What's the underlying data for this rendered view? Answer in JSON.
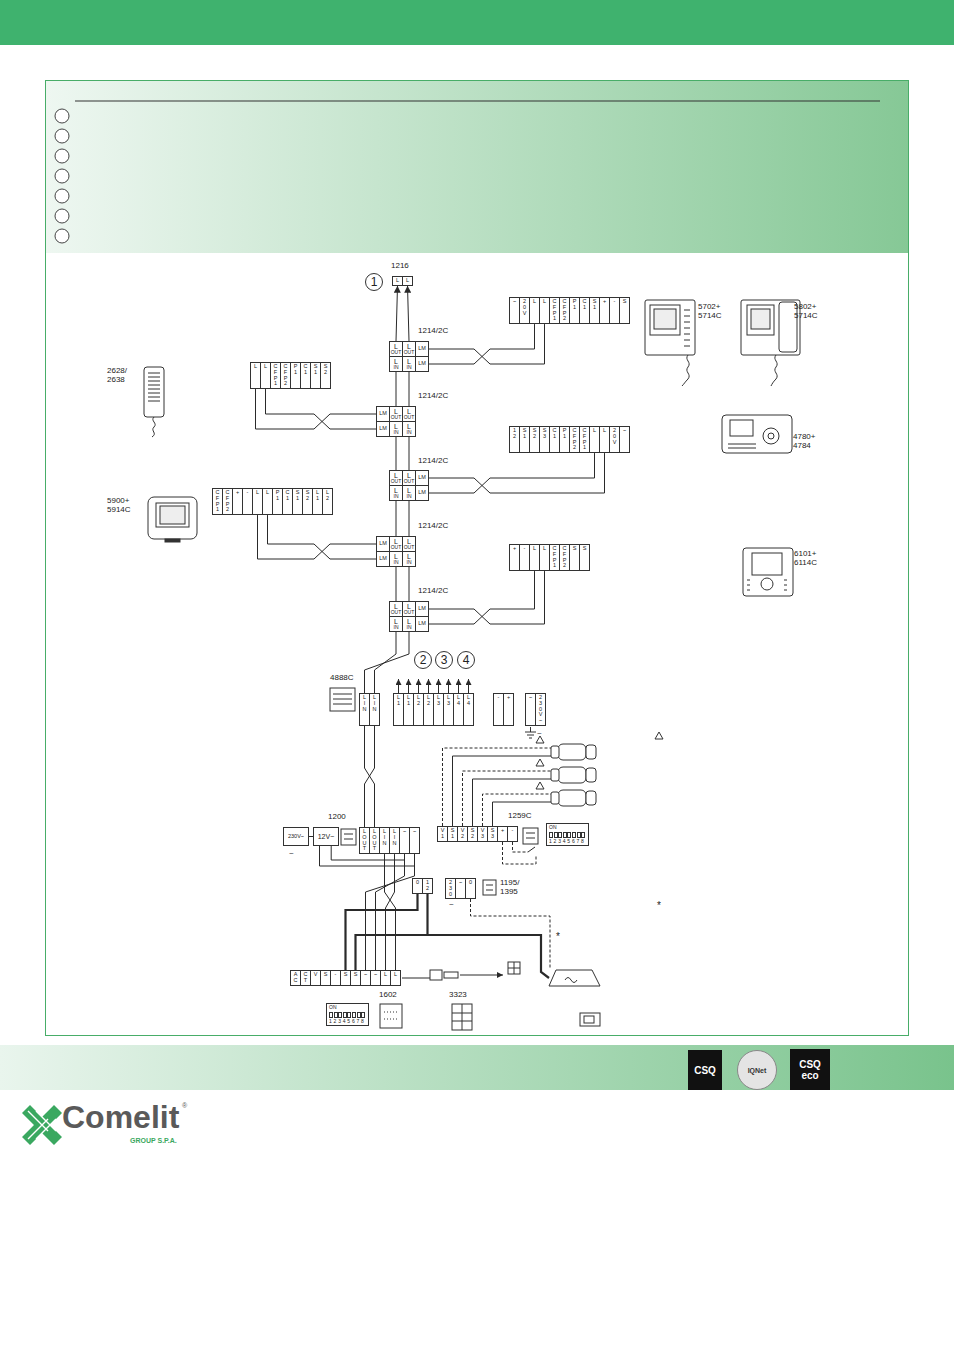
{
  "diagram": {
    "nodes": [
      {
        "text": [
          "L",
          "L"
        ]
      },
      {
        "text": [
          "1"
        ]
      },
      {
        "text": [
          "~",
          "20V",
          "L",
          "L",
          "CFP1",
          "CFP2",
          "P1",
          "C1",
          "S1",
          "+",
          "-",
          "S"
        ]
      },
      {
        "text": [
          "L",
          "OUT",
          "L",
          "OUT",
          "LM",
          "L",
          "IN",
          "L",
          "IN",
          "LM"
        ]
      },
      {
        "text": [
          "L",
          "L",
          "CFP1",
          "CFP2",
          "P1",
          "C1",
          "S1",
          "S2"
        ]
      },
      {
        "text": [
          "LM",
          "L",
          "OUT",
          "L",
          "OUT",
          "LM",
          "L",
          "IN",
          "L",
          "IN"
        ]
      },
      {
        "text": [
          "12",
          "S1",
          "S2",
          "S3",
          "C1",
          "P1",
          "CFP2",
          "CFP1",
          "L",
          "L",
          "20V",
          "~"
        ]
      },
      {
        "text": [
          "L",
          "OUT",
          "L",
          "OUT",
          "LM",
          "L",
          "IN",
          "L",
          "IN",
          "LM"
        ]
      },
      {
        "text": [
          "CFP1",
          "CFP2",
          "+",
          "-",
          "L",
          "L",
          "P1",
          "C1",
          "S1",
          "S2",
          "L1",
          "L2"
        ]
      },
      {
        "text": [
          "LM",
          "L",
          "OUT",
          "L",
          "OUT",
          "LM",
          "L",
          "IN",
          "L",
          "IN"
        ]
      },
      {
        "text": [
          "+",
          "-",
          "L",
          "L",
          "CFP1",
          "CFP2",
          "S",
          "S"
        ]
      },
      {
        "text": [
          "L",
          "OUT",
          "L",
          "OUT",
          "LM",
          "L",
          "IN",
          "L",
          "IN",
          "LM"
        ]
      },
      {
        "text": [
          "2"
        ]
      },
      {
        "text": [
          "3"
        ]
      },
      {
        "text": [
          "4"
        ]
      },
      {
        "text": [
          "L",
          "IN",
          "L",
          "IN",
          "L1",
          "L1",
          "L2",
          "L2",
          "L3",
          "L3",
          "L4",
          "L4",
          "-",
          "+",
          "~",
          "230V~"
        ]
      },
      {
        "text": [
          "230V~"
        ]
      },
      {
        "text": [
          "12V~"
        ]
      },
      {
        "text": [
          "L",
          "OUT",
          "L",
          "OUT",
          "L",
          "IN",
          "L",
          "IN",
          "~",
          "~"
        ]
      },
      {
        "text": [
          "V1",
          "S1",
          "V2",
          "S2",
          "V3",
          "S3",
          "+",
          "-"
        ]
      },
      {
        "text": [
          "ON",
          "12345678"
        ]
      },
      {
        "text": [
          "0",
          "12"
        ]
      },
      {
        "text": [
          "230",
          "~",
          "0"
        ]
      },
      {
        "text": [
          "AC",
          "CT",
          "V",
          "S",
          "-",
          "S",
          "S",
          "~",
          "~",
          "L",
          "L"
        ]
      },
      {
        "text": [
          "ON",
          "12345678"
        ]
      },
      {
        "text": [
          "CSQ"
        ]
      },
      {
        "text": [
          "IQNet"
        ]
      },
      {
        "text": [
          "CSQ",
          "eco"
        ]
      }
    ],
    "edges": [
      {
        "from": 3,
        "to": 0,
        "arrow": "to"
      },
      {
        "from": 5,
        "to": 3,
        "arrow": "none"
      },
      {
        "from": 7,
        "to": 5,
        "arrow": "none"
      },
      {
        "from": 9,
        "to": 7,
        "arrow": "none"
      },
      {
        "from": 11,
        "to": 9,
        "arrow": "none"
      },
      {
        "from": 15,
        "to": 11,
        "arrow": "none"
      },
      {
        "from": 18,
        "to": 15,
        "arrow": "none"
      },
      {
        "from": 23,
        "to": 18,
        "arrow": "none"
      },
      {
        "from": 23,
        "to": 18,
        "arrow": "none"
      },
      {
        "from": 3,
        "to": 2,
        "arrow": "none"
      },
      {
        "from": 5,
        "to": 4,
        "arrow": "none"
      },
      {
        "from": 7,
        "to": 6,
        "arrow": "none"
      },
      {
        "from": 9,
        "to": 8,
        "arrow": "none"
      },
      {
        "from": 11,
        "to": 10,
        "arrow": "none"
      },
      {
        "from": 16,
        "to": 17,
        "arrow": "none"
      },
      {
        "from": 17,
        "to": 18,
        "arrow": "none"
      },
      {
        "from": 21,
        "to": 23,
        "arrow": "none"
      }
    ],
    "labels": [
      "1216",
      "1214/2C",
      "5702+ 5714C",
      "5802+ 5714C",
      "2628/ 2638",
      "1214/2C",
      "1214/2C",
      "4780+ 4784",
      "5900+ 5914C",
      "1214/2C",
      "6101+ 6114C",
      "1214/2C",
      "4888C",
      "~",
      "1200",
      "1259C",
      "~",
      "1195/ 1395",
      "~",
      "*",
      "*",
      "1602",
      "3323",
      "Comelit",
      "®",
      "GROUP S.P.A."
    ]
  }
}
